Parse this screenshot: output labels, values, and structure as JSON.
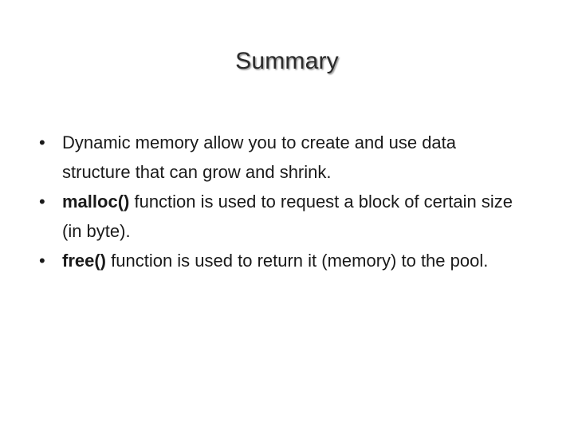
{
  "slide": {
    "title": "Summary",
    "background_color": "#ffffff",
    "title_color": "#2b2b2b",
    "body_text_color": "#1a1a1a",
    "bullet_marker": "•",
    "bullets": [
      {
        "marker": "•",
        "lead_bold": "",
        "text": "Dynamic memory allow you to create and use data structure that can grow and shrink."
      },
      {
        "marker": "•",
        "lead_bold": "malloc()",
        "text": " function is used to request a block of certain size (in byte)."
      },
      {
        "marker": "•",
        "lead_bold": "free()",
        "text": " function is used to return it (memory) to the pool."
      }
    ]
  }
}
